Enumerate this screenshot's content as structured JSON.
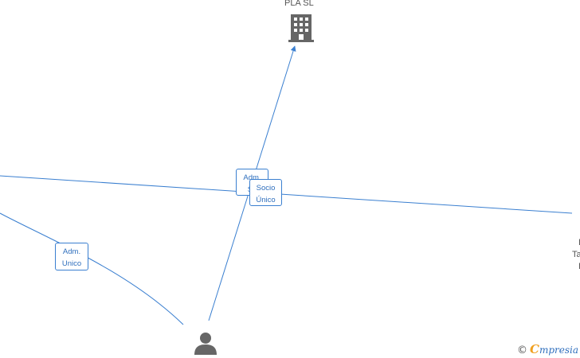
{
  "nodes": {
    "company": {
      "label": "PLA SL",
      "icon": "building-icon"
    },
    "person": {
      "icon": "person-icon"
    },
    "right_partial": {
      "lines": [
        "I",
        "Ta",
        "I"
      ]
    }
  },
  "edges": {
    "adm_unico_left": {
      "line1": "Adm.",
      "line2": "Unico"
    },
    "adm_hidden": {
      "line1": "Adm.",
      "line2": "So"
    },
    "socio_unico": {
      "line1": "Socio",
      "line2": "Único"
    }
  },
  "watermark": {
    "copyright": "©",
    "brand_initial": "C",
    "brand_rest": "mpresia"
  },
  "colors": {
    "edge": "#3a7fd0",
    "icon": "#666666",
    "text": "#555555",
    "accent": "#f0a020"
  }
}
